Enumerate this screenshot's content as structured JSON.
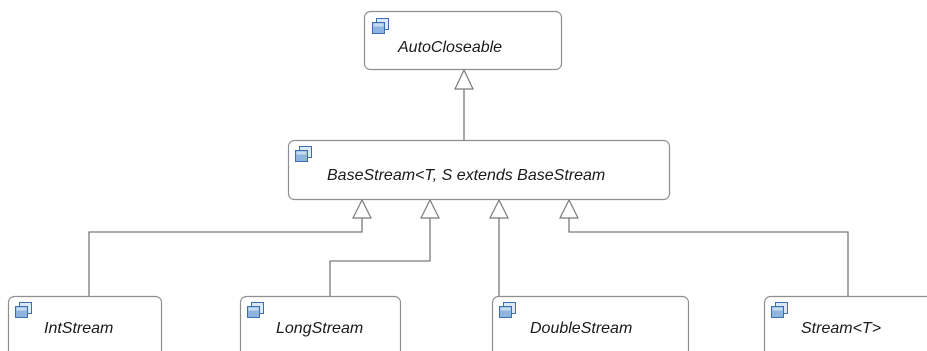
{
  "diagram": {
    "nodes": {
      "autocloseable": {
        "label": "AutoCloseable",
        "icon": "interface-icon"
      },
      "basestream": {
        "label": "BaseStream<T, S extends BaseStream",
        "icon": "interface-icon"
      },
      "intstream": {
        "label": "IntStream",
        "icon": "interface-icon"
      },
      "longstream": {
        "label": "LongStream",
        "icon": "interface-icon"
      },
      "doublestream": {
        "label": "DoubleStream",
        "icon": "interface-icon"
      },
      "stream": {
        "label": "Stream<T>",
        "icon": "interface-icon"
      }
    },
    "edges": [
      {
        "from": "BaseStream<T, S extends BaseStream",
        "to": "AutoCloseable",
        "type": "generalization"
      },
      {
        "from": "IntStream",
        "to": "BaseStream<T, S extends BaseStream",
        "type": "generalization"
      },
      {
        "from": "LongStream",
        "to": "BaseStream<T, S extends BaseStream",
        "type": "generalization"
      },
      {
        "from": "DoubleStream",
        "to": "BaseStream<T, S extends BaseStream",
        "type": "generalization"
      },
      {
        "from": "Stream<T>",
        "to": "BaseStream<T, S extends BaseStream",
        "type": "generalization"
      }
    ],
    "colors": {
      "box_border": "#8f8f8f",
      "icon_fill": "#8fb4dd",
      "icon_border": "#3d6fae",
      "connector": "#7a7a7a"
    }
  }
}
